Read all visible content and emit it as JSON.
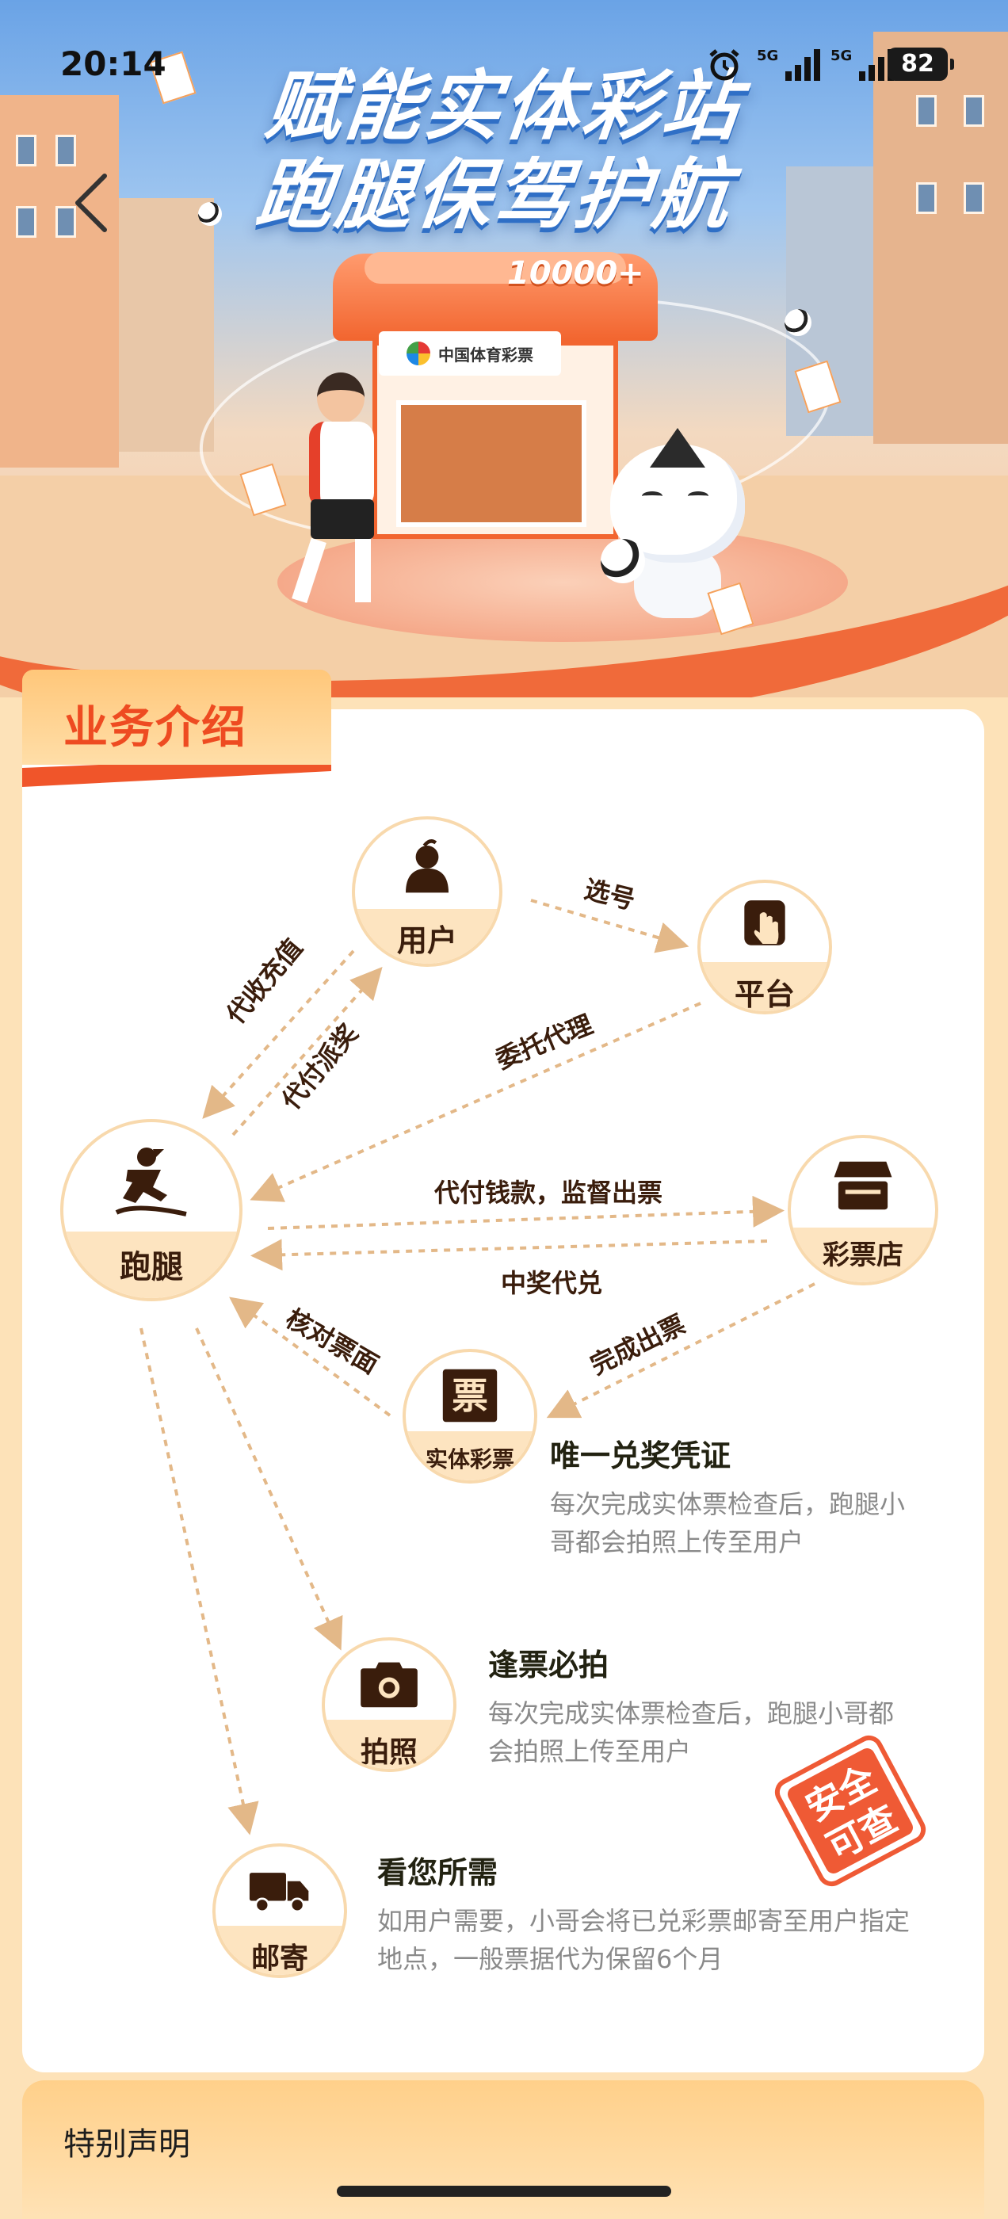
{
  "status_bar": {
    "time": "20:14",
    "network1": "5G",
    "network2": "5G",
    "battery": "82"
  },
  "hero": {
    "title_line1": "赋能实体彩站",
    "title_line2": "跑腿保驾护航",
    "badge": "10000+",
    "store_sign": "中国体育彩票"
  },
  "section": {
    "title": "业务介绍"
  },
  "nodes": {
    "user": "用户",
    "platform": "平台",
    "runner": "跑腿",
    "shop": "彩票店",
    "ticket": "实体彩票",
    "ticket_glyph": "票",
    "photo": "拍照",
    "mail": "邮寄"
  },
  "edges": {
    "pick_number": "选号",
    "collect_recharge": "代收充值",
    "pay_prize": "代付派奖",
    "entrust": "委托代理",
    "pay_supervise": "代付钱款，监督出票",
    "prize_redeem": "中奖代兑",
    "verify_ticket": "核对票面",
    "issue_ticket": "完成出票"
  },
  "info": {
    "proof_title": "唯一兑奖凭证",
    "proof_desc": "每次完成实体票检查后，跑腿小哥都会拍照上传至用户",
    "photo_title": "逢票必拍",
    "photo_desc": "每次完成实体票检查后，跑腿小哥都会拍照上传至用户",
    "mail_title": "看您所需",
    "mail_desc": "如用户需要，小哥会将已兑彩票邮寄至用户指定地点，一般票据代为保留6个月"
  },
  "stamp": {
    "text": "安全可查"
  },
  "footer": {
    "title": "特别声明"
  },
  "colors": {
    "accent": "#ee4b21",
    "ribbon": "#ffc77a",
    "node_fill": "#fde4c0",
    "dash": "#e0b684"
  }
}
